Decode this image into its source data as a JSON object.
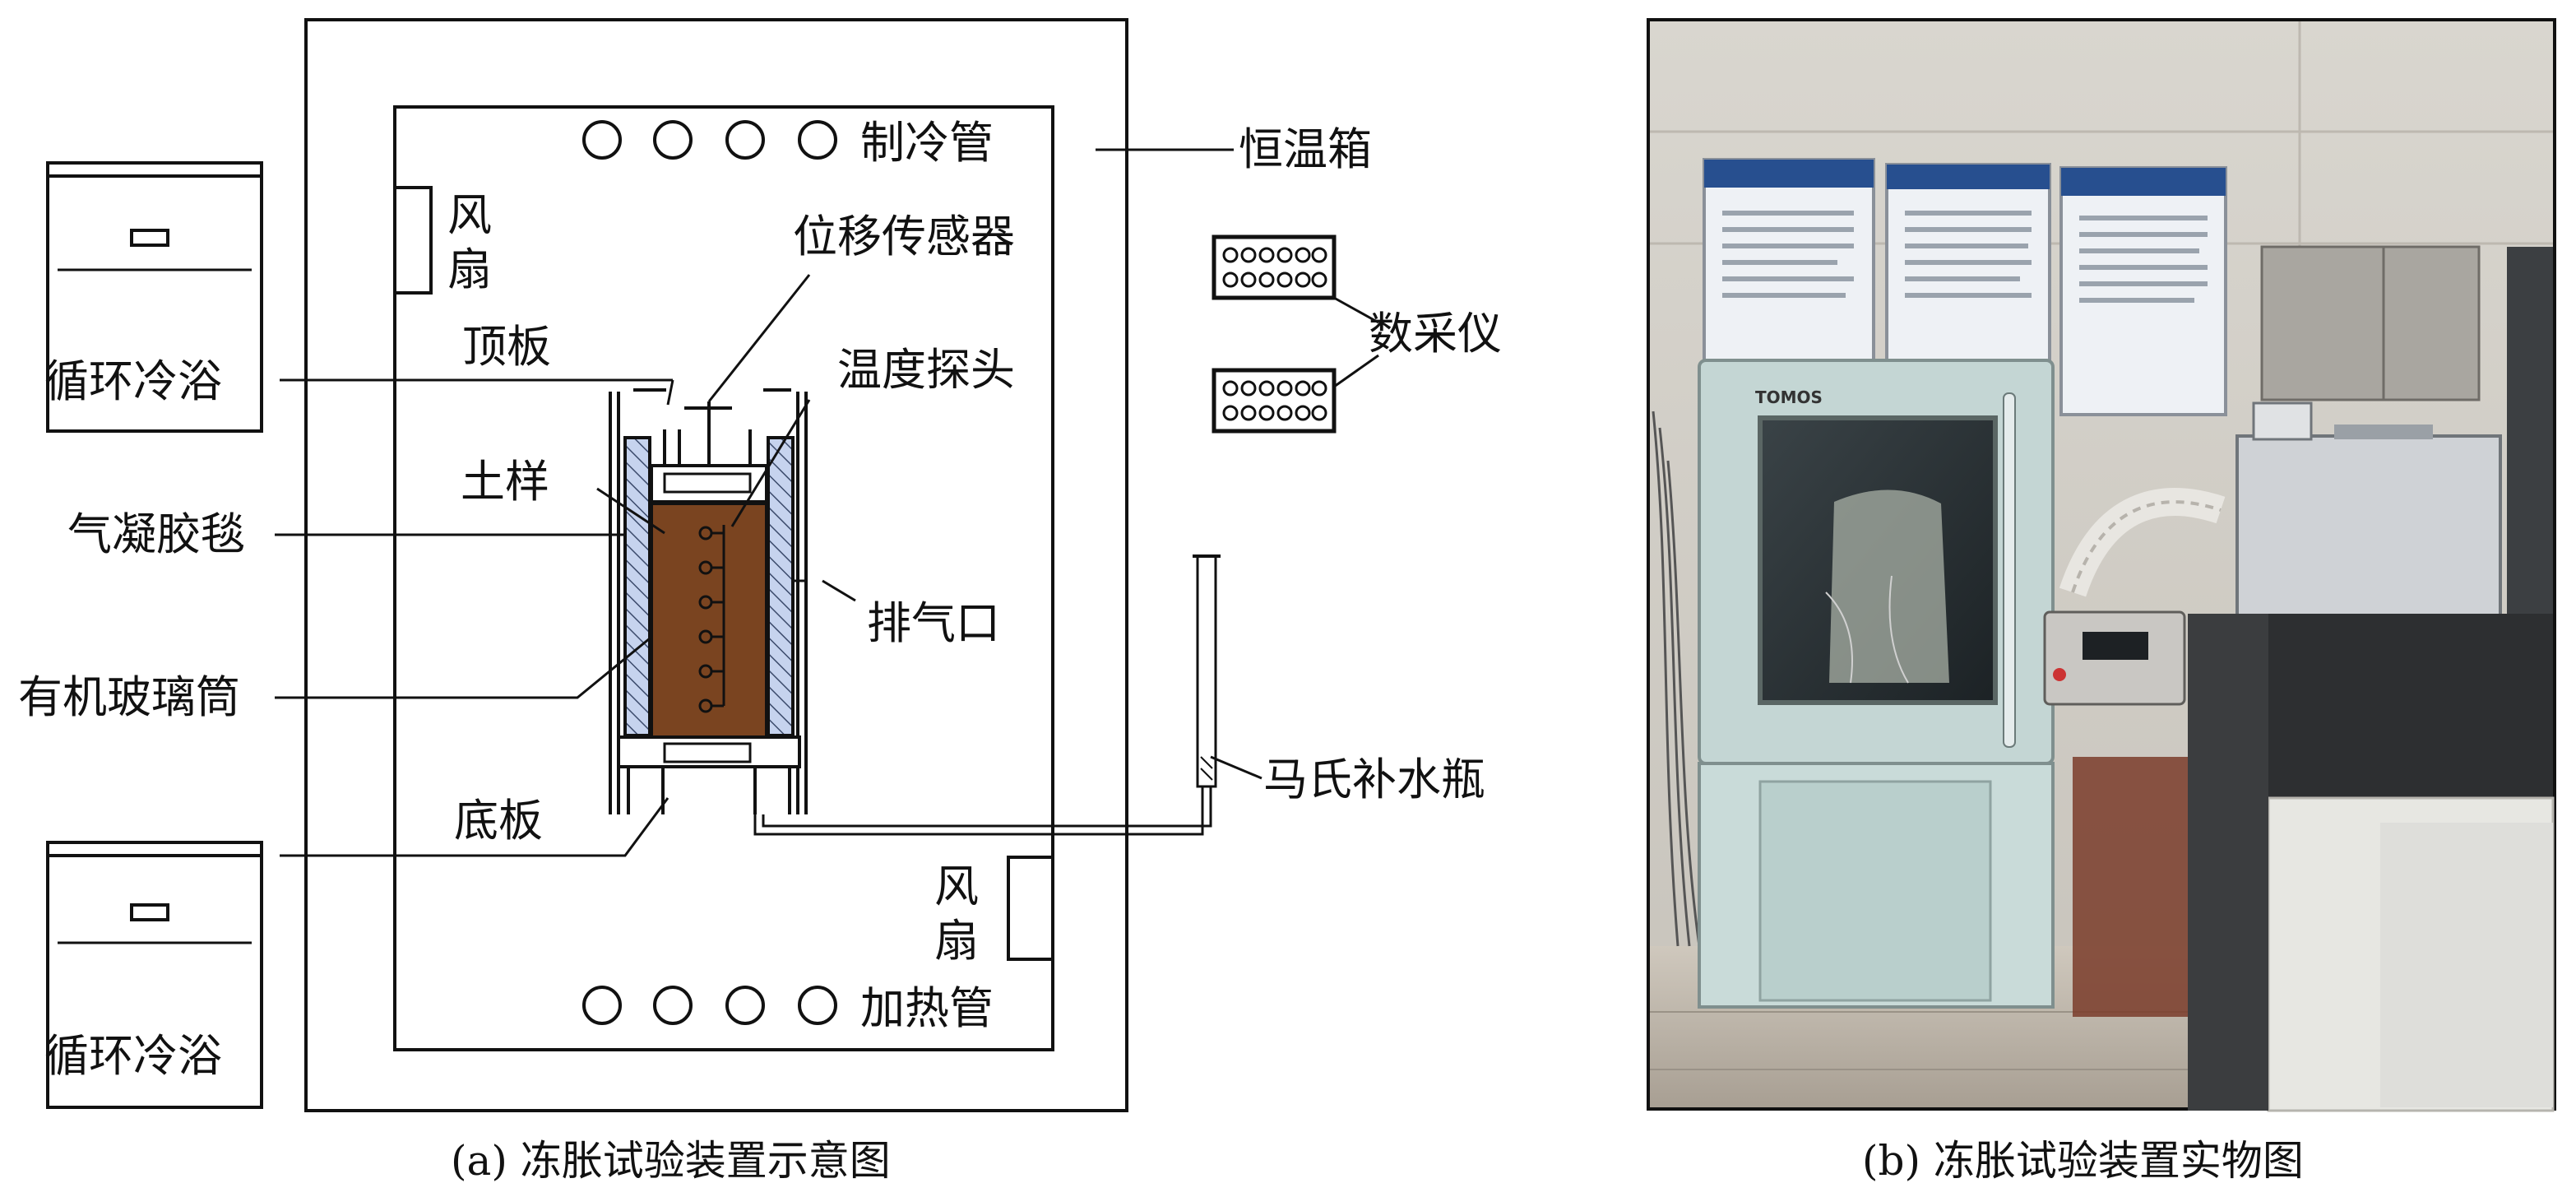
{
  "diagram": {
    "labels": {
      "chamber": "恒温箱",
      "cooling_pipe": "制冷管",
      "heating_pipe": "加热管",
      "fan_top": "风扇",
      "fan_bottom": "风扇",
      "bath_top": "循环冷浴",
      "bath_bottom": "循环冷浴",
      "top_plate": "顶板",
      "bottom_plate": "底板",
      "displacement_sensor": "位移传感器",
      "temperature_probe": "温度探头",
      "soil_sample": "土样",
      "aerogel_blanket": "气凝胶毯",
      "plexiglass_tube": "有机玻璃筒",
      "exhaust_port": "排气口",
      "daq": "数采仪",
      "mariotte_bottle": "马氏补水瓶"
    },
    "caption": "(a) 冻胀试验装置示意图",
    "colors": {
      "soil": "#7a4420",
      "insulation": "#c6d3ee",
      "line": "#111111"
    }
  },
  "photo": {
    "caption": "(b) 冻胀试验装置实物图",
    "brand_text": "TOMOS",
    "colors": {
      "wall": "#e6e3de",
      "chamber_body": "#c4d6d4",
      "bench": "#2d2f31"
    }
  }
}
